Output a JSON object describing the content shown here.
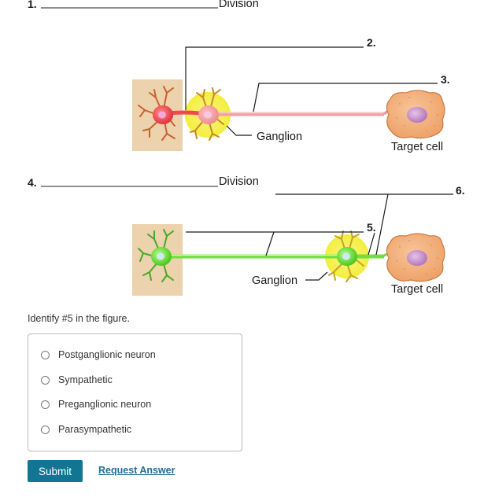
{
  "figure": {
    "top": {
      "blank1_number": "1.",
      "division_label": "Division",
      "callout2": "2.",
      "callout3": "3.",
      "ganglion_label": "Ganglion",
      "target_label": "Target cell"
    },
    "bottom": {
      "blank4_number": "4.",
      "division_label": "Division",
      "callout5": "5.",
      "callout6": "6.",
      "ganglion_label": "Ganglion",
      "target_label": "Target cell"
    },
    "colors": {
      "preganglionic_top": "#ef4a54",
      "postganglionic_top": "#f2a0a0",
      "neuron_bottom": "#6fe040",
      "ganglion_highlight": "#f7f25a",
      "cns_box": "#ecd2ad",
      "target_cell": "#f3b079",
      "nucleus": "#c98ad0"
    }
  },
  "question": {
    "prompt": "Identify #5 in the figure.",
    "options": [
      "Postganglionic neuron",
      "Sympathetic",
      "Preganglionic neuron",
      "Parasympathetic"
    ]
  },
  "actions": {
    "submit_label": "Submit",
    "request_label": "Request Answer"
  }
}
